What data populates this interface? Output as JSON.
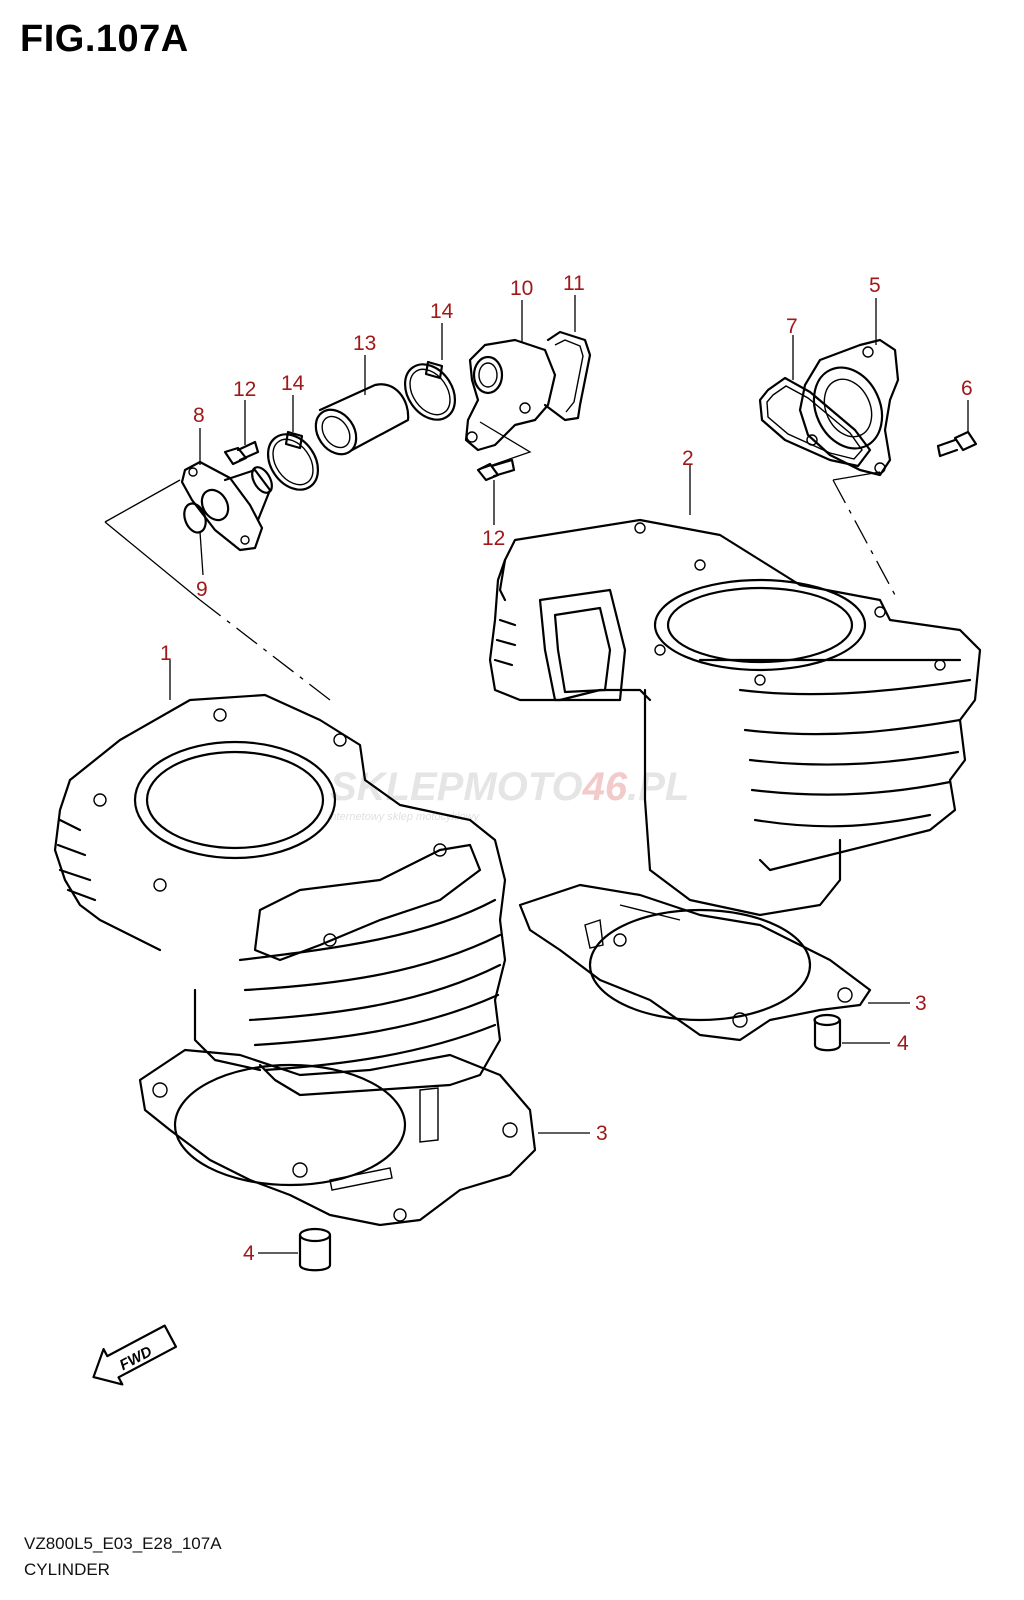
{
  "figure": {
    "title": "FIG.107A",
    "model_code": "VZ800L5_E03_E28_107A",
    "name": "CYLINDER"
  },
  "callouts": [
    {
      "id": "c1",
      "label": "1"
    },
    {
      "id": "c2",
      "label": "2"
    },
    {
      "id": "c3a",
      "label": "3"
    },
    {
      "id": "c3b",
      "label": "3"
    },
    {
      "id": "c4a",
      "label": "4"
    },
    {
      "id": "c4b",
      "label": "4"
    },
    {
      "id": "c5",
      "label": "5"
    },
    {
      "id": "c6",
      "label": "6"
    },
    {
      "id": "c7",
      "label": "7"
    },
    {
      "id": "c8",
      "label": "8"
    },
    {
      "id": "c9",
      "label": "9"
    },
    {
      "id": "c10",
      "label": "10"
    },
    {
      "id": "c11",
      "label": "11"
    },
    {
      "id": "c12a",
      "label": "12"
    },
    {
      "id": "c12b",
      "label": "12"
    },
    {
      "id": "c13",
      "label": "13"
    },
    {
      "id": "c14a",
      "label": "14"
    },
    {
      "id": "c14b",
      "label": "14"
    }
  ],
  "fwd_badge": "FWD",
  "watermark": {
    "brand_a": "SKLEPMOTO",
    "brand_b": "46",
    "brand_c": ".PL",
    "tagline": "internetowy sklep motocyklowy"
  },
  "colors": {
    "callout": "#a01818",
    "line": "#000000",
    "watermark_gray": "#c8c8c8",
    "watermark_red": "#e8a0a0"
  }
}
